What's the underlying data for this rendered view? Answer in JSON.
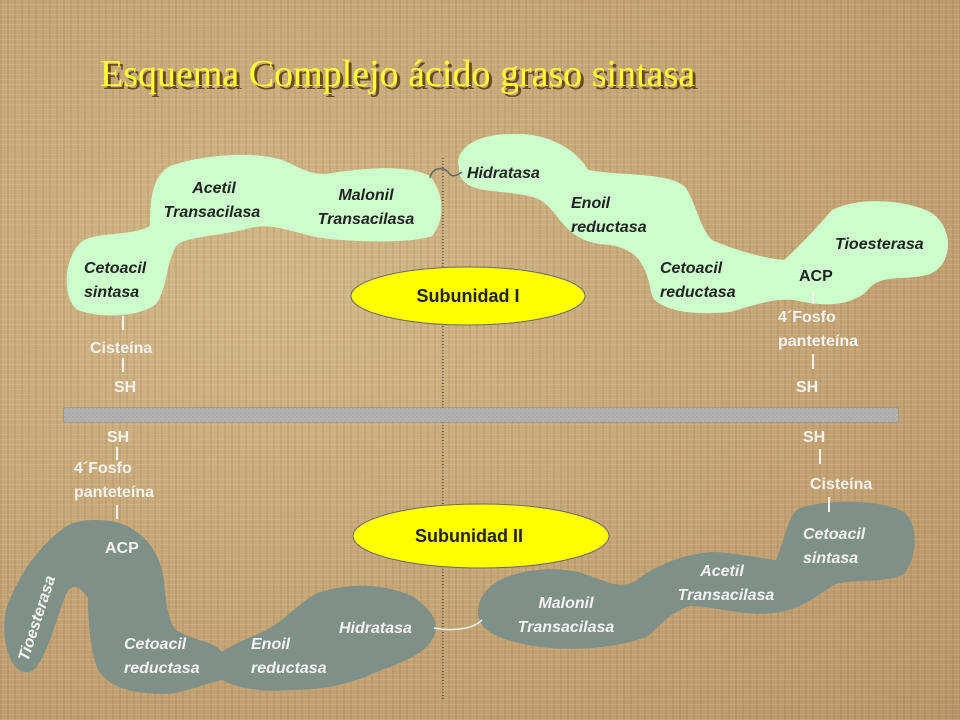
{
  "title": "Esquema Complejo ácido graso sintasa",
  "colors": {
    "top_domain": "#ccffcc",
    "bottom_domain": "#7e9088",
    "subunit": "#ffff00",
    "title": "#ffff33"
  },
  "subunit_1": {
    "label": "Subunidad I",
    "domains": {
      "cetoacil_sintasa": [
        "Cetoacil",
        "sintasa"
      ],
      "acetil_transacilasa": [
        "Acetil",
        "Transacilasa"
      ],
      "malonil_transacilasa": [
        "Malonil",
        "Transacilasa"
      ],
      "hidratasa": [
        "Hidratasa"
      ],
      "enoil_reductasa": [
        "Enoil",
        "reductasa"
      ],
      "cetoacil_reductasa": [
        "Cetoacil",
        "reductasa"
      ],
      "acp": "ACP",
      "tioesterasa": "Tioesterasa"
    },
    "left_chain": {
      "cysteine": "Cisteína",
      "sh": "SH"
    },
    "right_chain": {
      "phosphopantetheine": [
        "4´Fosfo",
        "panteteína"
      ],
      "sh": "SH"
    }
  },
  "subunit_2": {
    "label": "Subunidad II",
    "domains": {
      "tioesterasa": "Tioesterasa",
      "acp": "ACP",
      "cetoacil_reductasa": [
        "Cetoacil",
        "reductasa"
      ],
      "enoil_reductasa": [
        "Enoil",
        "reductasa"
      ],
      "hidratasa": "Hidratasa",
      "malonil_transacilasa": [
        "Malonil",
        "Transacilasa"
      ],
      "acetil_transacilasa": [
        "Acetil",
        "Transacilasa"
      ],
      "cetoacil_sintasa": [
        "Cetoacil",
        "sintasa"
      ]
    },
    "left_chain": {
      "sh": "SH",
      "phosphopantetheine": [
        "4´Fosfo",
        "panteteína"
      ]
    },
    "right_chain": {
      "sh": "SH",
      "cysteine": "Cisteína"
    }
  }
}
